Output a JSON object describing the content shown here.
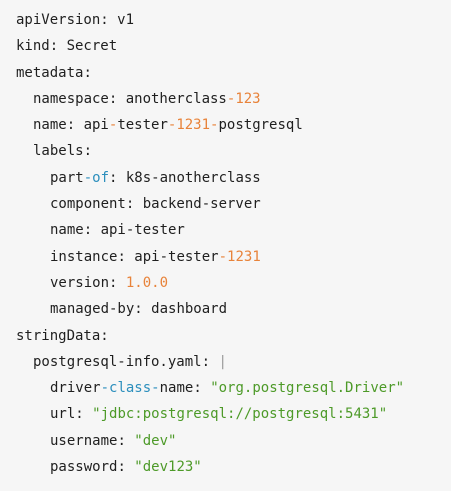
{
  "colors": {
    "background": "#f6f6f6",
    "text": "#1f1f1f",
    "keyword": "#2c8fbd",
    "number": "#e8833a",
    "string": "#4d9a28"
  },
  "code": {
    "l1": {
      "key": "apiVersion",
      "sep": ": ",
      "val": "v1"
    },
    "l2": {
      "key": "kind",
      "sep": ": ",
      "val": "Secret"
    },
    "l3": {
      "key": "metadata",
      "sep": ":"
    },
    "l4": {
      "key": "namespace",
      "sep": ": ",
      "val_a": "anotherclass",
      "dash": "-",
      "val_num": "123"
    },
    "l5": {
      "key": "name",
      "sep": ": ",
      "val_a": "api",
      "dash1": "-",
      "val_b": "tester",
      "dash2": "-",
      "val_num": "1231",
      "dash3": "-",
      "val_c": "postgresql"
    },
    "l6": {
      "key": "labels",
      "sep": ":"
    },
    "l7": {
      "key_a": "part",
      "dash": "-",
      "key_kw": "of",
      "sep": ": ",
      "val": "k8s-anotherclass"
    },
    "l8": {
      "key": "component",
      "sep": ": ",
      "val": "backend-server"
    },
    "l9": {
      "key": "name",
      "sep": ": ",
      "val": "api-tester"
    },
    "l10": {
      "key": "instance",
      "sep": ": ",
      "val_a": "api-tester",
      "dash": "-",
      "val_num": "1231"
    },
    "l11": {
      "key": "version",
      "sep": ": ",
      "val_num": "1.0.0"
    },
    "l12": {
      "key": "managed-by",
      "sep": ": ",
      "val": "dashboard"
    },
    "l13": {
      "key": "stringData",
      "sep": ":"
    },
    "l14": {
      "key": "postgresql-info.yaml",
      "sep": ": ",
      "pipe": "|"
    },
    "l15": {
      "key_a": "driver",
      "dash1": "-",
      "key_kw": "class",
      "dash2": "-",
      "key_b": "name",
      "sep": ": ",
      "val_str": "\"org.postgresql.Driver\""
    },
    "l16": {
      "key": "url",
      "sep": ": ",
      "val_str": "\"jdbc:postgresql://postgresql:5431\""
    },
    "l17": {
      "key": "username",
      "sep": ": ",
      "val_str": "\"dev\""
    },
    "l18": {
      "key": "password",
      "sep": ": ",
      "val_str": "\"dev123\""
    }
  }
}
